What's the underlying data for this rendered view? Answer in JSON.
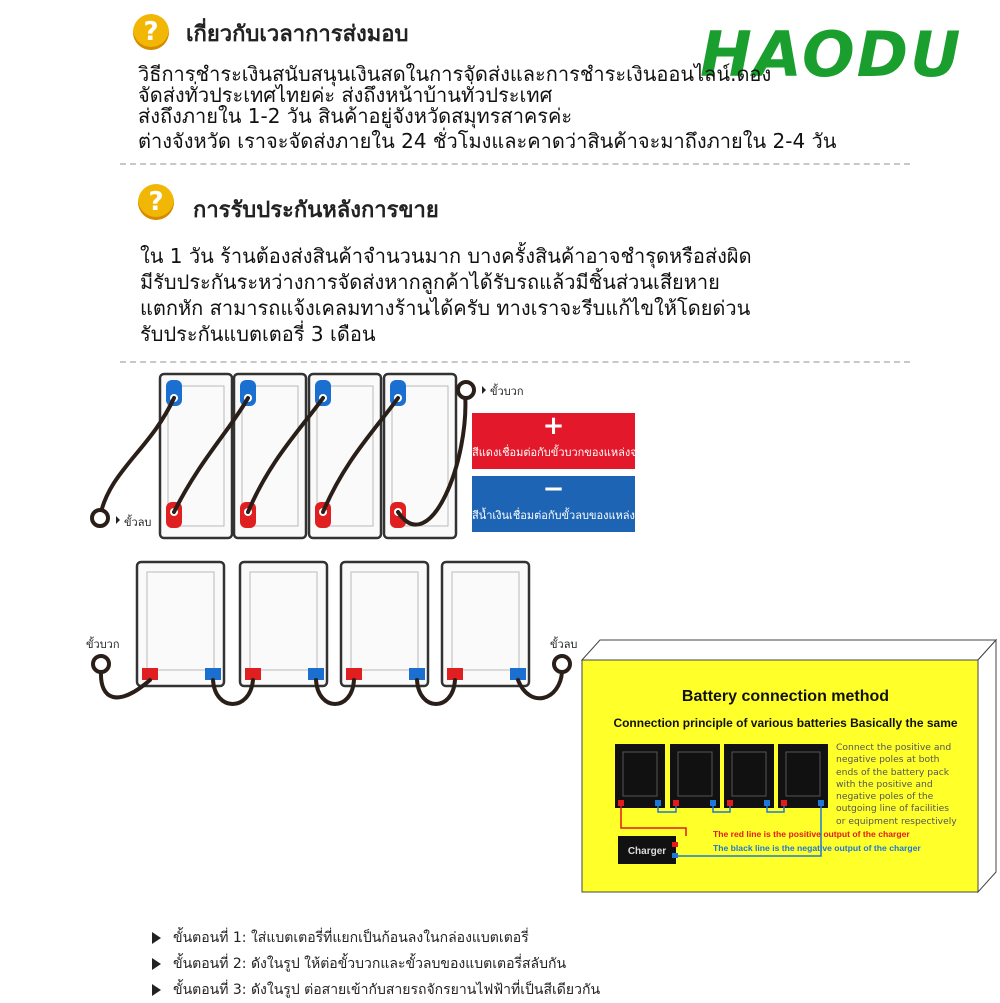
{
  "logo": "HAODU",
  "section1": {
    "icon": "?",
    "heading": "เกี่ยวกับเวลาการส่งมอบ",
    "lines": [
      "วิธีการชำระเงินสนับสนุนเงินสดในการจัดส่งและการชำระเงินออนไลน์.ดอง",
      "จัดส่งทั่วประเทศไทยค่ะ ส่งถึงหน้าบ้านทั่วประเทศ",
      "ส่งถึงภายใน 1-2 วัน สินค้าอยู่จังหวัดสมุทรสาครค่ะ",
      "ต่างจังหวัด เราจะจัดส่งภายใน 24 ชั่วโมงและคาดว่าสินค้าจะมาถึงภายใน 2-4 วัน"
    ]
  },
  "section2": {
    "icon": "?",
    "heading": "การรับประกันหลังการขาย",
    "lines": [
      "ใน 1 วัน ร้านต้องส่งสินค้าจำนวนมาก บางครั้งสินค้าอาจชำรุดหรือส่งผิด",
      "มีรับประกันระหว่างการจัดส่งหากลูกค้าได้รับรถแล้วมีชิ้นส่วนเสียหาย",
      "แตกหัก สามารถแจ้งเคลมทางร้านได้ครับ ทางเราจะรีบแก้ไขให้โดยด่วน",
      "รับประกันแบตเตอรี่ 3 เดือน"
    ]
  },
  "diagram": {
    "positive_terminal": "ขั้วบวก",
    "negative_terminal": "ขั้วลบ",
    "legend_positive": {
      "symbol": "+",
      "label": "สีแดงเชื่อมต่อกับขั้วบวกของแหล่งจ่ายไฟ",
      "color": "#e3192b"
    },
    "legend_negative": {
      "symbol": "−",
      "label": "สีน้ำเงินเชื่อมต่อกับขั้วลบของแหล่งจ่ายไฟ",
      "color": "#1e64b4"
    }
  },
  "connection_box": {
    "title": "Battery connection method",
    "subtitle": "Connection principle of various batteries Basically the same",
    "description": "Connect the positive and negative poles at both ends of the battery pack with the positive and negative poles of the outgoing line of facilities or equipment respectively",
    "charger_label": "Charger",
    "red_note": "The red line is the positive output of the charger",
    "blue_note": "The black line is the negative output of the charger",
    "background": "#ffff2a"
  },
  "steps": [
    "ขั้นตอนที่ 1: ใส่แบตเตอรี่ที่แยกเป็นก้อนลงในกล่องแบตเตอรี่",
    "ขั้นตอนที่ 2: ดังในรูป ให้ต่อขั้วบวกและขั้วลบของแบตเตอรี่สลับกัน",
    "ขั้นตอนที่ 3: ดังในรูป ต่อสายเข้ากับสายรถจักรยานไฟฟ้าที่เป็นสีเดียวกัน"
  ]
}
